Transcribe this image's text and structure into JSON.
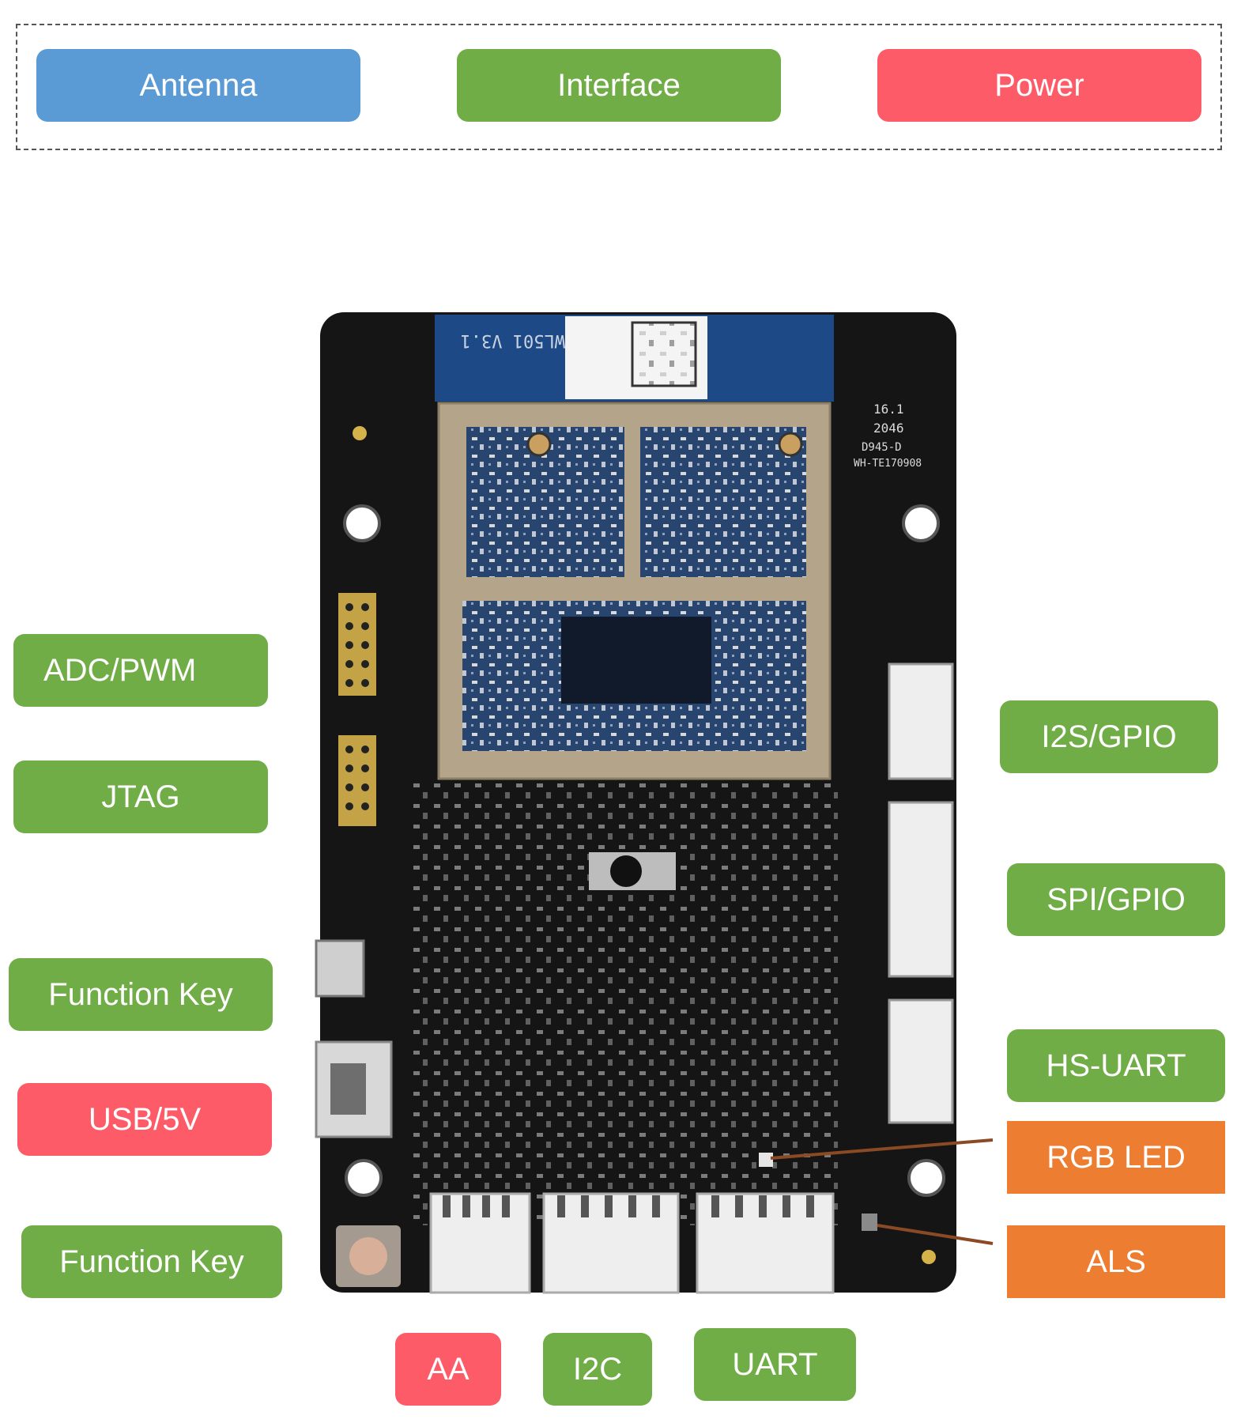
{
  "colors": {
    "antenna": "#5b9bd5",
    "interface": "#70ad47",
    "power": "#fe5b68",
    "indicator": "#ed7d31",
    "board": "#151515",
    "module": "#b3a48a"
  },
  "legend": {
    "antenna": "Antenna",
    "interface": "Interface",
    "power": "Power"
  },
  "labels": {
    "adc_pwm": "ADC/PWM",
    "jtag": "JTAG",
    "function_key_1": "Function Key",
    "usb_5v": "USB/5V",
    "function_key_2": "Function Key",
    "i2s_gpio": "I2S/GPIO",
    "spi_gpio": "SPI/GPIO",
    "hs_uart": "HS-UART",
    "rgb_led": "RGB LED",
    "als": "ALS",
    "aa": "AA",
    "i2c": "I2C",
    "uart": "UART"
  },
  "board": {
    "shield_text": "WL501 V3.1",
    "side_text_1": "16.1",
    "side_text_2": "2046",
    "side_text_3": "D945-D",
    "side_text_4": "WH-TE170908"
  }
}
